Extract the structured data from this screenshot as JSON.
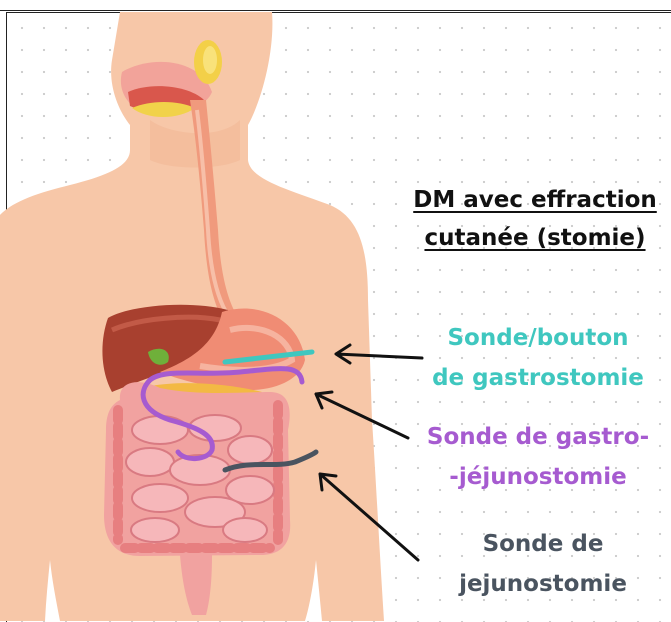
{
  "title": {
    "line1": "DM avec effraction",
    "line2": "cutanée (stomie)"
  },
  "labels": [
    {
      "line1": "Sonde/bouton",
      "line2": "de gastrostomie",
      "color": "#3fc7bf"
    },
    {
      "line1": "Sonde de gastro-",
      "line2": "-jéjunostomie",
      "color": "#a65bd0"
    },
    {
      "line1": "Sonde de",
      "line2": "jejunostomie",
      "color": "#4a5460"
    }
  ],
  "colors": {
    "skin": "#f7c7a8",
    "tube_teal": "#3fc7bf",
    "tube_purple": "#a65bd0",
    "tube_gray": "#4a5460"
  }
}
